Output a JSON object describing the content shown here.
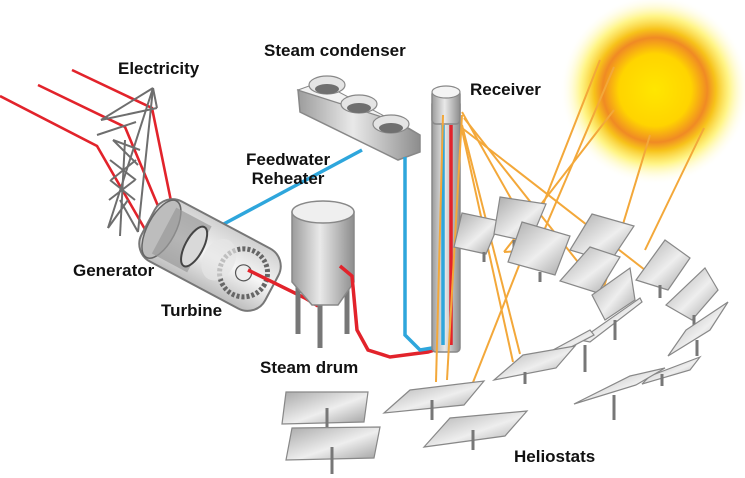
{
  "title": "Solar power tower diagram",
  "labels": {
    "electricity": "Electricity",
    "steam_condenser": "Steam condenser",
    "receiver": "Receiver",
    "feedwater_line1": "Feedwater",
    "feedwater_line2": "Reheater",
    "generator": "Generator",
    "turbine": "Turbine",
    "steam_drum": "Steam drum",
    "heliostats": "Heliostats"
  },
  "colors": {
    "hot_line": "#e2232b",
    "cold_line": "#2ea6dc",
    "sun_ray": "#f3a83a",
    "sun_core": "#ffe600",
    "sun_ring": "#f08a24",
    "sun_glow": "#fff59a",
    "metal_light": "#e8e8e8",
    "metal_dark": "#9a9a9a",
    "tower_gray": "#6e6e6e"
  }
}
